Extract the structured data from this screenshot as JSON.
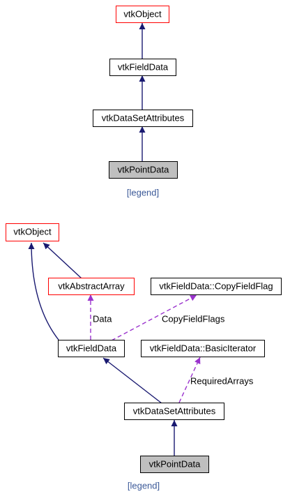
{
  "diagram1": {
    "nodes": {
      "object": "vtkObject",
      "field_data": "vtkFieldData",
      "dataset_attributes": "vtkDataSetAttributes",
      "point_data": "vtkPointData"
    },
    "legend": "[legend]"
  },
  "diagram2": {
    "nodes": {
      "object": "vtkObject",
      "abstract_array": "vtkAbstractArray",
      "copy_field_flag": "vtkFieldData::CopyFieldFlag",
      "field_data": "vtkFieldData",
      "basic_iterator": "vtkFieldData::BasicIterator",
      "dataset_attributes": "vtkDataSetAttributes",
      "point_data": "vtkPointData"
    },
    "edge_labels": {
      "data": "Data",
      "copy_field_flags": "CopyFieldFlags",
      "required_arrays": "RequiredArrays"
    },
    "legend": "[legend]"
  },
  "colors": {
    "inheritance_edge": "#191970",
    "usage_edge": "#9a32cd",
    "documented_node_border": "#000000",
    "undocumented_node_border": "#ff0000",
    "current_node_fill": "#bfbfbf",
    "legend_link": "#3c5a99"
  }
}
